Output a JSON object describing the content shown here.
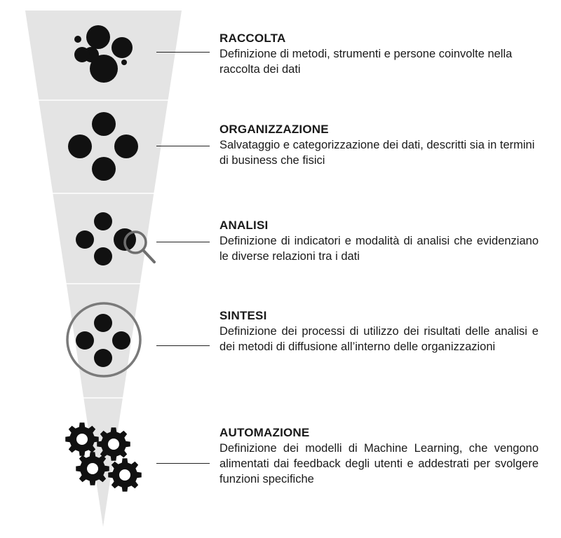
{
  "stages": [
    {
      "title": "RACCOLTA",
      "description": "Definizione di metodi, strumenti e persone coinvolte nella raccolta dei dati",
      "icon": "scattered-circles-icon"
    },
    {
      "title": "ORGANIZZAZIONE",
      "description": "Salvataggio e categorizzazione dei dati, descritti sia in termini di business che fisici",
      "icon": "ordered-circles-icon"
    },
    {
      "title": "ANALISI",
      "description": "Definizione di indicatori e modalità di analisi che evidenziano le diverse relazioni tra i dati",
      "icon": "circles-magnifier-icon"
    },
    {
      "title": "SINTESI",
      "description": "Definizione dei processi di utilizzo dei risultati delle analisi e dei metodi di diffusione all’interno delle organizzazioni",
      "icon": "circles-enclosed-icon"
    },
    {
      "title": "AUTOMAZIONE",
      "description": "Definizione dei modelli di Machine Learning, che vengono alimentati dai feedback degli utenti e addestrati per svolgere funzioni specifiche",
      "icon": "gears-icon"
    }
  ],
  "colors": {
    "funnel": "#e4e4e4",
    "separator": "#ffffff",
    "icon": "#111111",
    "ring": "#7a7a7a"
  }
}
